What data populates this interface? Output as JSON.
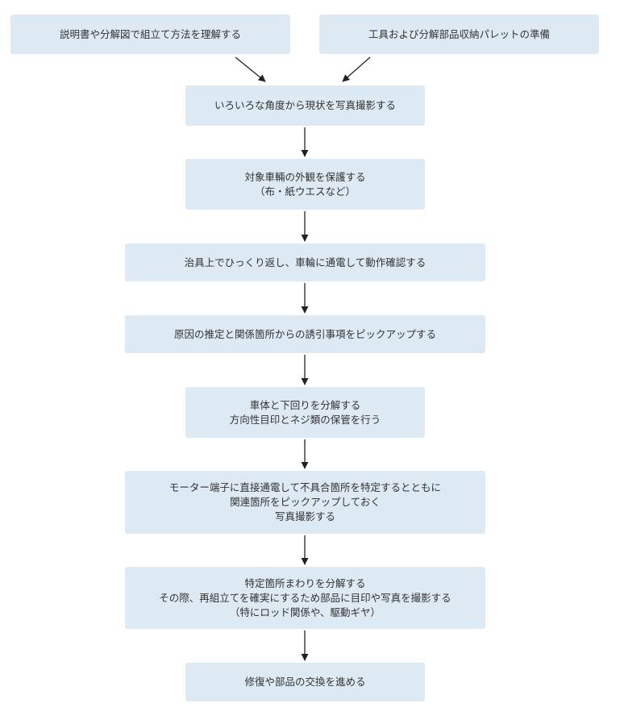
{
  "steps": {
    "s1": {
      "lines": [
        "説明書や分解図で組立て方法を理解する"
      ]
    },
    "s2": {
      "lines": [
        "工具および分解部品収納パレットの準備"
      ]
    },
    "s3": {
      "lines": [
        "いろいろな角度から現状を写真撮影する"
      ]
    },
    "s4": {
      "lines": [
        "対象車輛の外観を保護する",
        "（布・紙ウエスなど）"
      ]
    },
    "s5": {
      "lines": [
        "治具上でひっくり返し、車輪に通電して動作確認する"
      ]
    },
    "s6": {
      "lines": [
        "原因の推定と関係箇所からの誘引事項をピックアップする"
      ]
    },
    "s7": {
      "lines": [
        "車体と下回りを分解する",
        "方向性目印とネジ類の保管を行う"
      ]
    },
    "s8": {
      "lines": [
        "モーター端子に直接通電して不具合箇所を特定するとともに",
        "関連箇所をピックアップしておく",
        "写真撮影する"
      ]
    },
    "s9": {
      "lines": [
        "特定箇所まわりを分解する",
        "その際、再組立てを確実にするため部品に目印や写真を撮影する",
        "（特にロッド関係や、駆動ギヤ）"
      ]
    },
    "s10": {
      "lines": [
        "修復や部品の交換を進める"
      ]
    }
  },
  "colors": {
    "box_fill": "#dde9f3",
    "text": "#333333",
    "arrow": "#222222"
  }
}
